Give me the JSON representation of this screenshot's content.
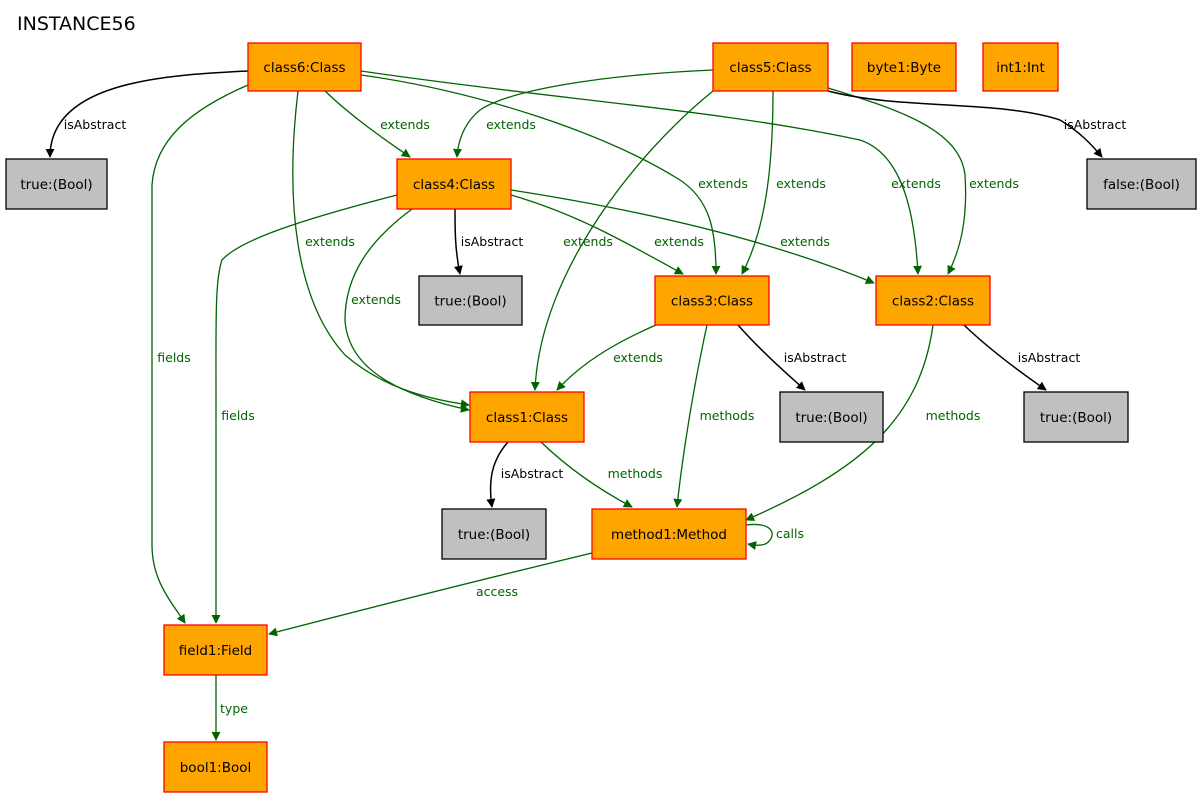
{
  "title": "INSTANCE56",
  "colors": {
    "object_fill": "#ffa500",
    "object_stroke": "#ff0000",
    "value_fill": "#c0c0c0",
    "value_stroke": "#000000",
    "ref_edge": "#006400",
    "attr_edge": "#000000"
  },
  "nodes": [
    {
      "id": "class6",
      "label": "class6:Class",
      "kind": "object"
    },
    {
      "id": "class5",
      "label": "class5:Class",
      "kind": "object"
    },
    {
      "id": "byte1",
      "label": "byte1:Byte",
      "kind": "object"
    },
    {
      "id": "int1",
      "label": "int1:Int",
      "kind": "object"
    },
    {
      "id": "true_a",
      "label": "true:(Bool)",
      "kind": "value"
    },
    {
      "id": "class4",
      "label": "class4:Class",
      "kind": "object"
    },
    {
      "id": "false_a",
      "label": "false:(Bool)",
      "kind": "value"
    },
    {
      "id": "true_b",
      "label": "true:(Bool)",
      "kind": "value"
    },
    {
      "id": "class3",
      "label": "class3:Class",
      "kind": "object"
    },
    {
      "id": "class2",
      "label": "class2:Class",
      "kind": "object"
    },
    {
      "id": "class1",
      "label": "class1:Class",
      "kind": "object"
    },
    {
      "id": "true_c",
      "label": "true:(Bool)",
      "kind": "value"
    },
    {
      "id": "true_d",
      "label": "true:(Bool)",
      "kind": "value"
    },
    {
      "id": "true_e",
      "label": "true:(Bool)",
      "kind": "value"
    },
    {
      "id": "method1",
      "label": "method1:Method",
      "kind": "object"
    },
    {
      "id": "field1",
      "label": "field1:Field",
      "kind": "object"
    },
    {
      "id": "bool1",
      "label": "bool1:Bool",
      "kind": "object"
    }
  ],
  "edges": [
    {
      "id": "e1",
      "from": "class6",
      "to": "true_a",
      "label": "isAbstract",
      "kind": "attr"
    },
    {
      "id": "e2",
      "from": "class6",
      "to": "field1",
      "label": "fields",
      "kind": "ref"
    },
    {
      "id": "e3",
      "from": "class6",
      "to": "class4",
      "label": "extends",
      "kind": "ref"
    },
    {
      "id": "e4",
      "from": "class6",
      "to": "class1",
      "label": "extends",
      "kind": "ref"
    },
    {
      "id": "e5",
      "from": "class6",
      "to": "class3",
      "label": "extends",
      "kind": "ref"
    },
    {
      "id": "e6",
      "from": "class6",
      "to": "class2",
      "label": "extends",
      "kind": "ref"
    },
    {
      "id": "e7",
      "from": "class5",
      "to": "class4",
      "label": "extends",
      "kind": "ref"
    },
    {
      "id": "e8",
      "from": "class5",
      "to": "class1",
      "label": "extends",
      "kind": "ref"
    },
    {
      "id": "e9",
      "from": "class5",
      "to": "class3",
      "label": "extends",
      "kind": "ref"
    },
    {
      "id": "e10",
      "from": "class5",
      "to": "class2",
      "label": "extends",
      "kind": "ref"
    },
    {
      "id": "e11",
      "from": "class5",
      "to": "false_a",
      "label": "isAbstract",
      "kind": "attr"
    },
    {
      "id": "e12",
      "from": "class4",
      "to": "field1",
      "label": "fields",
      "kind": "ref"
    },
    {
      "id": "e13",
      "from": "class4",
      "to": "class1",
      "label": "extends",
      "kind": "ref"
    },
    {
      "id": "e14",
      "from": "class4",
      "to": "true_b",
      "label": "isAbstract",
      "kind": "attr"
    },
    {
      "id": "e15",
      "from": "class4",
      "to": "class3",
      "label": "extends",
      "kind": "ref"
    },
    {
      "id": "e16",
      "from": "class4",
      "to": "class2",
      "label": "extends",
      "kind": "ref"
    },
    {
      "id": "e17",
      "from": "class3",
      "to": "class1",
      "label": "extends",
      "kind": "ref"
    },
    {
      "id": "e18",
      "from": "class3",
      "to": "method1",
      "label": "methods",
      "kind": "ref"
    },
    {
      "id": "e19",
      "from": "class3",
      "to": "true_c",
      "label": "isAbstract",
      "kind": "attr"
    },
    {
      "id": "e20",
      "from": "class2",
      "to": "method1",
      "label": "methods",
      "kind": "ref"
    },
    {
      "id": "e21",
      "from": "class2",
      "to": "true_d",
      "label": "isAbstract",
      "kind": "attr"
    },
    {
      "id": "e22",
      "from": "class1",
      "to": "true_e",
      "label": "isAbstract",
      "kind": "attr"
    },
    {
      "id": "e23",
      "from": "class1",
      "to": "method1",
      "label": "methods",
      "kind": "ref"
    },
    {
      "id": "e24",
      "from": "method1",
      "to": "method1",
      "label": "calls",
      "kind": "ref"
    },
    {
      "id": "e25",
      "from": "method1",
      "to": "field1",
      "label": "access",
      "kind": "ref"
    },
    {
      "id": "e26",
      "from": "field1",
      "to": "bool1",
      "label": "type",
      "kind": "ref"
    }
  ]
}
